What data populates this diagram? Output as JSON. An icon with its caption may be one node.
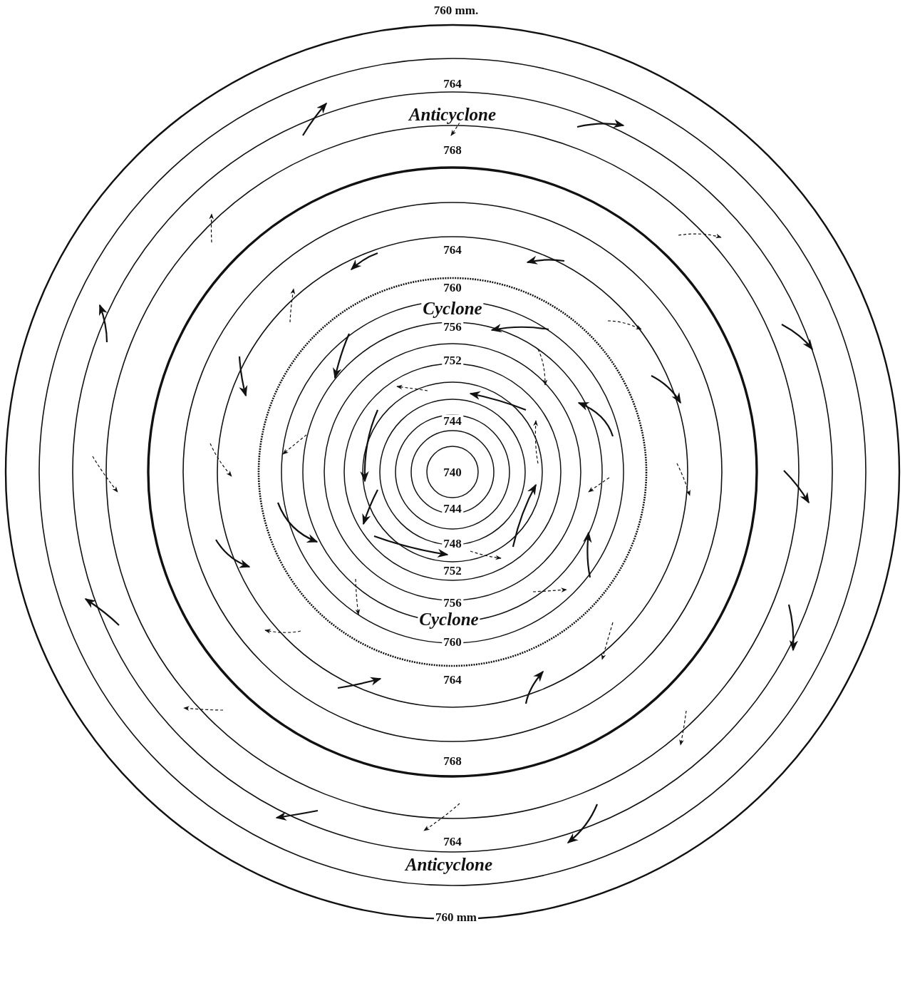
{
  "diagram": {
    "labels": [
      "760 mm.",
      "764",
      "Anticyclone",
      "768",
      "764",
      "760",
      "Cyclone",
      "756",
      "752",
      "744",
      "740",
      "744",
      "748",
      "752",
      "756",
      "Cyclone",
      "760",
      "764",
      "768",
      "764",
      "Anticyclone",
      "760 mm"
    ]
  }
}
